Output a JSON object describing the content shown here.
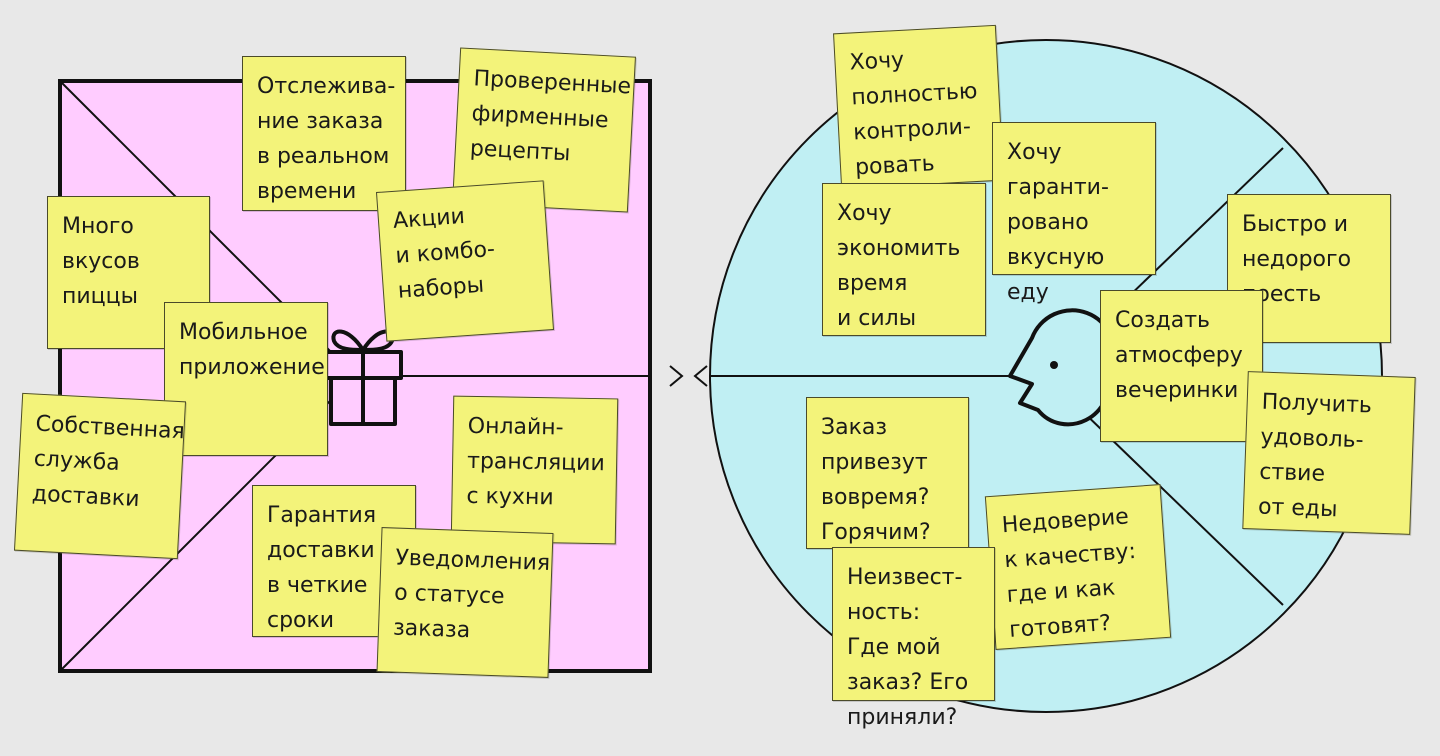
{
  "colors": {
    "background": "#e8e8e8",
    "product_box": "#ffccff",
    "customer_circle": "#c0eff3",
    "sticky_note": "#f3f37a",
    "line": "#111111"
  },
  "icons": {
    "product": "gift-icon",
    "customer": "face-profile-icon"
  },
  "product_notes": [
    {
      "id": "realtime-tracking",
      "text": "Отслежива-\nние заказа\nв реальном\nвремени"
    },
    {
      "id": "proven-recipes",
      "text": "Проверенные\nфирменные\nрецепты"
    },
    {
      "id": "many-flavors",
      "text": "Много\nвкусов\nпиццы"
    },
    {
      "id": "promo-combos",
      "text": "Акции\nи комбо-\nнаборы"
    },
    {
      "id": "mobile-app",
      "text": "Мобильное\nприложение"
    },
    {
      "id": "own-delivery",
      "text": "Собственная\nслужба\nдоставки"
    },
    {
      "id": "kitchen-streams",
      "text": "Онлайн-\nтрансляции\nс кухни"
    },
    {
      "id": "delivery-guarantee",
      "text": "Гарантия\nдоставки\nв четкие\nсроки"
    },
    {
      "id": "status-notifications",
      "text": "Уведомления\nо статусе\nзаказа"
    }
  ],
  "customer_notes": [
    {
      "id": "want-control",
      "text": "Хочу\nполностью\nконтроли-\nровать\nситуацию"
    },
    {
      "id": "want-tasty",
      "text": "Хочу\nгаранти-\nровано\nвкусную\nеду"
    },
    {
      "id": "save-time",
      "text": "Хочу\nэкономить\nвремя\nи силы"
    },
    {
      "id": "fast-cheap",
      "text": "Быстро и\nнедорого\nпоесть"
    },
    {
      "id": "party-atmosphere",
      "text": "Создать\nатмосферу\nвечеринки"
    },
    {
      "id": "enjoy-food",
      "text": "Получить\nудоволь-\nствие\nот еды"
    },
    {
      "id": "on-time-hot",
      "text": "Заказ\nпривезут\nвовремя?\nГорячим?"
    },
    {
      "id": "quality-distrust",
      "text": "Недоверие\nк качеству:\nгде и как\nготовят?"
    },
    {
      "id": "uncertainty",
      "text": "Неизвест-\nность:\nГде мой\nзаказ? Его\nприняли?"
    }
  ]
}
